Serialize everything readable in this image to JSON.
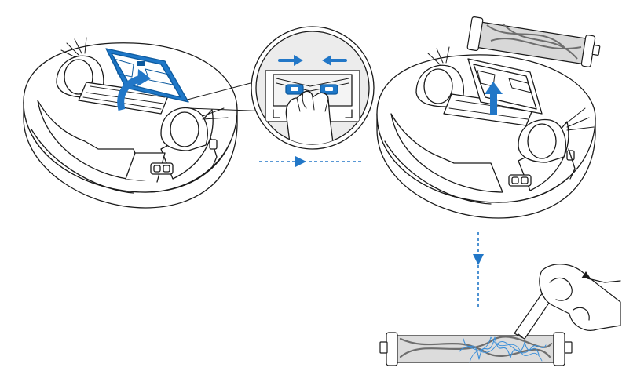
{
  "colors": {
    "line": "#1a1a1a",
    "fill": "#ffffff",
    "accent_blue": "#1f78c8",
    "accent_blue_dark": "#0d5a9e",
    "hair_blue": "#3b8fd9",
    "brush_gray": "#9a9a9a",
    "brush_dark": "#6e6e6e",
    "arrow_blue": "#2277c7"
  },
  "steps": [
    {
      "name": "open-brush-cover",
      "icon": "robot-vacuum-open-cover-icon"
    },
    {
      "name": "press-release-tabs",
      "icon": "release-tabs-inset-icon"
    },
    {
      "name": "lift-out-brush",
      "icon": "robot-vacuum-brush-removed-icon"
    },
    {
      "name": "cut-tangled-hair",
      "icon": "brush-cleaning-tool-icon"
    }
  ],
  "flow": [
    {
      "from": 1,
      "to": 2,
      "direction": "right",
      "icon": "dashed-arrow-right-icon"
    },
    {
      "from": 2,
      "to": 3,
      "direction": "down",
      "icon": "dashed-arrow-down-icon"
    }
  ]
}
